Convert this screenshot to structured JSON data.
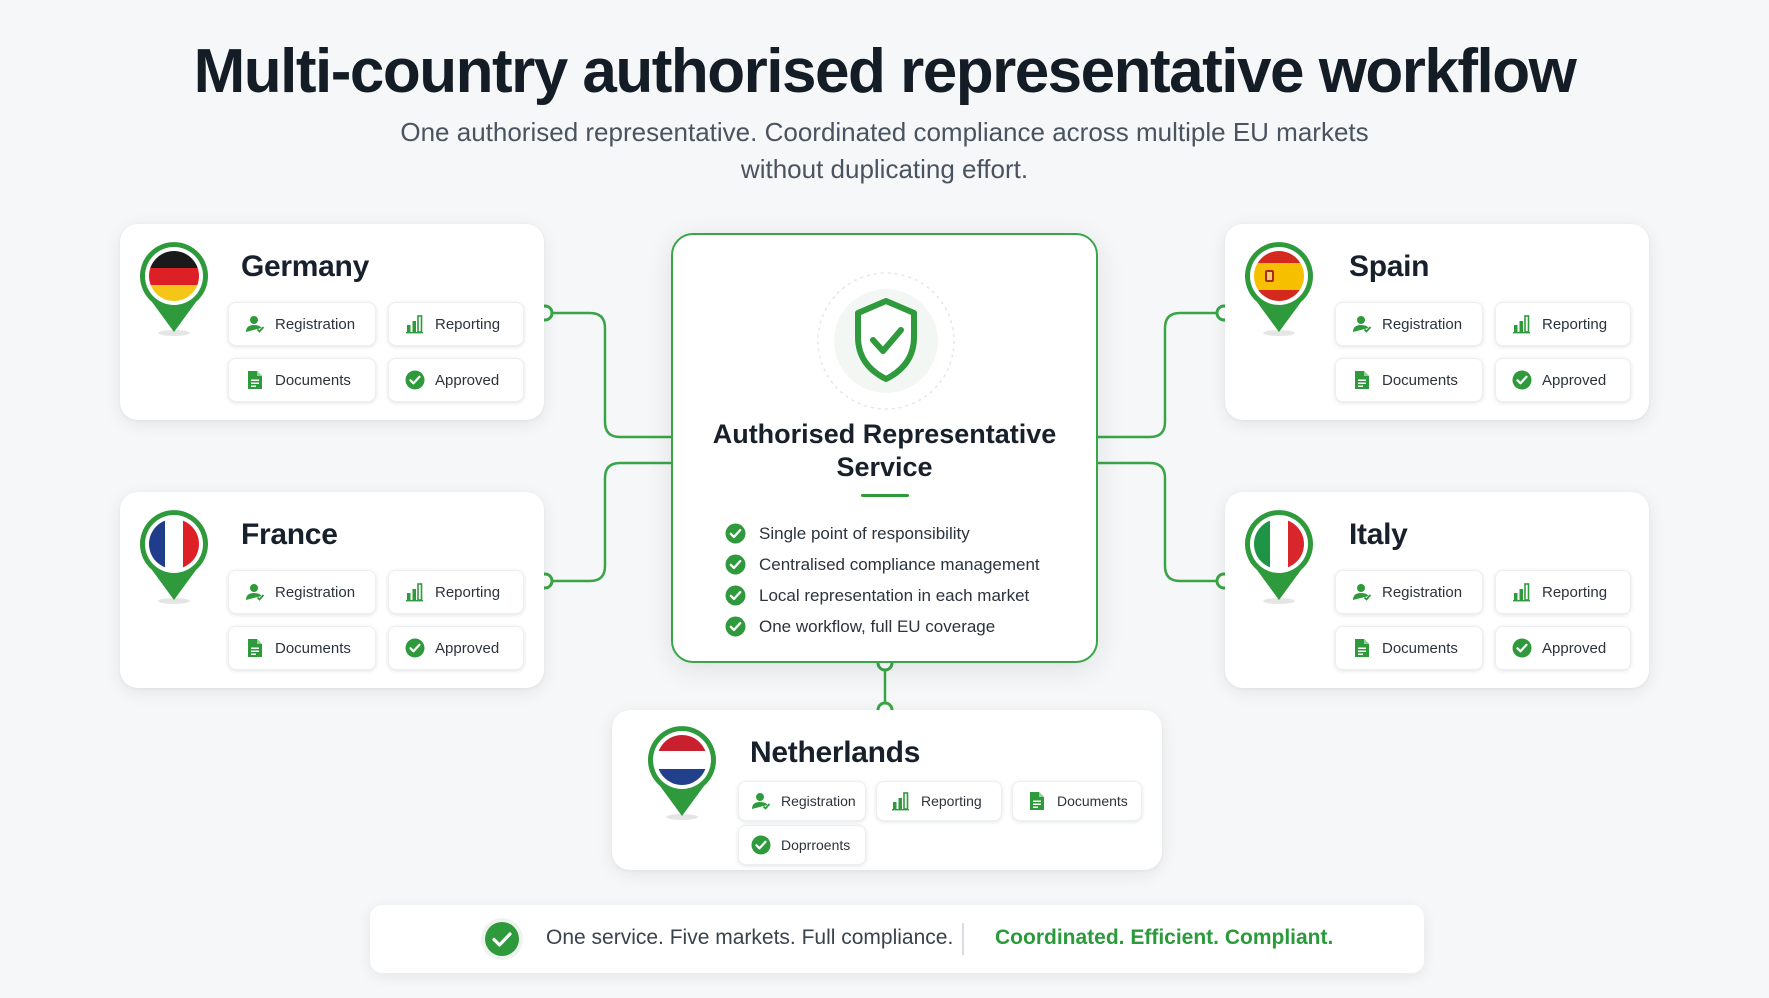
{
  "header": {
    "title": "Multi-country authorised representative workflow",
    "subtitle_line1": "One authorised representative. Coordinated compliance across multiple EU markets",
    "subtitle_line2": "without duplicating effort."
  },
  "colors": {
    "accent": "#2e9a3c",
    "accent_light": "#3aa548",
    "text": "#17202b",
    "background": "#f6f7f8"
  },
  "center": {
    "title_line1": "Authorised Representative",
    "title_line2": "Service",
    "icon": "shield-check-icon",
    "bullets": [
      "Single point of responsibility",
      "Centralised compliance management",
      "Local representation in each market",
      "One workflow, full EU coverage"
    ]
  },
  "countries": {
    "germany": {
      "name": "Germany",
      "chips": [
        "Registration",
        "Reporting",
        "Documents",
        "Approved"
      ]
    },
    "france": {
      "name": "France",
      "chips": [
        "Registration",
        "Reporting",
        "Documents",
        "Approved"
      ]
    },
    "spain": {
      "name": "Spain",
      "chips": [
        "Registration",
        "Reporting",
        "Documents",
        "Approved"
      ]
    },
    "italy": {
      "name": "Italy",
      "chips": [
        "Registration",
        "Reporting",
        "Documents",
        "Approved"
      ]
    },
    "netherlands": {
      "name": "Netherlands",
      "chips": [
        "Registration",
        "Reporting",
        "Documents",
        "Doprroents"
      ]
    }
  },
  "icons": {
    "registration": "user-icon",
    "reporting": "bar-chart-icon",
    "documents": "document-icon",
    "approved": "check-circle-icon"
  },
  "footer": {
    "left": "One service. Five markets. Full compliance.",
    "right": "Coordinated. Efficient. Compliant."
  }
}
